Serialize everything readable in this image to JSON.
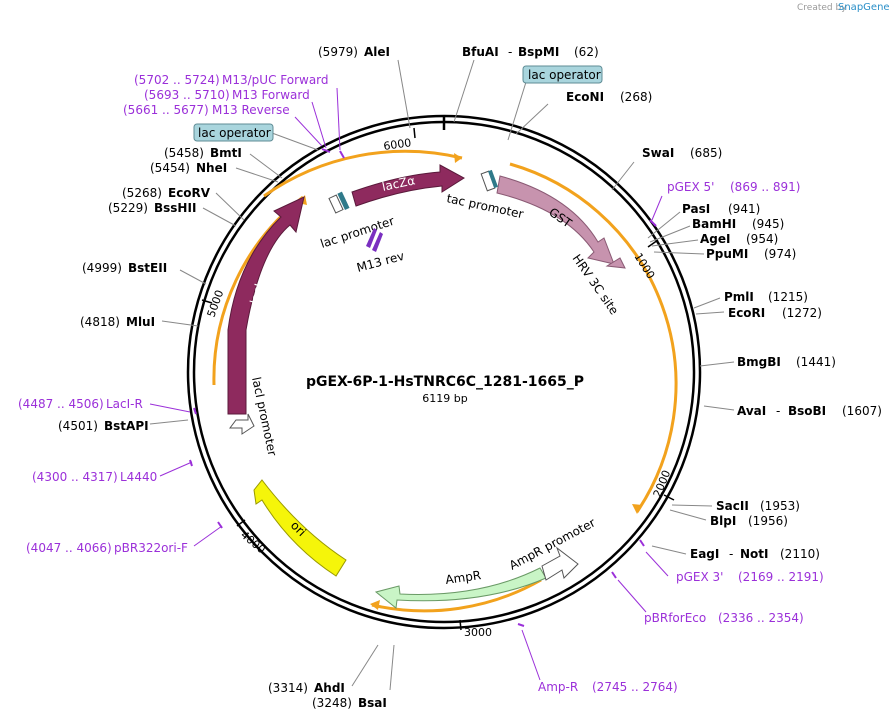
{
  "app": {
    "credit": "Created by",
    "brand": "SnapGene"
  },
  "plasmid": {
    "name": "pGEX-6P-1-HsTNRC6C_1281-1665_P",
    "length_label": "6119 bp"
  },
  "ticks": [
    "1000",
    "2000",
    "3000",
    "4000",
    "5000",
    "6000"
  ],
  "features": {
    "lacZa": "lacZα",
    "lacI": "lacI",
    "GST": "GST",
    "ori": "ori",
    "AmpR": "AmpR",
    "hrv": "HRV 3C site",
    "tac_promoter": "tac promoter",
    "lac_promoter": "lac promoter",
    "lacI_promoter": "lacI promoter",
    "ampr_promoter": "AmpR promoter",
    "m13rev": "M13 rev",
    "lac_operator_1": "lac operator",
    "lac_operator_2": "lac operator"
  },
  "enzymes": {
    "alei": {
      "name": "AleI",
      "pos": "(5979)"
    },
    "bfuai": {
      "name": "BfuAI",
      "sep": "-",
      "name2": "BspMI",
      "pos": "(62)"
    },
    "econi": {
      "name": "EcoNI",
      "pos": "(268)"
    },
    "swai": {
      "name": "SwaI",
      "pos": "(685)"
    },
    "pasi": {
      "name": "PasI",
      "pos": "(941)"
    },
    "bamhi": {
      "name": "BamHI",
      "pos": "(945)"
    },
    "agei": {
      "name": "AgeI",
      "pos": "(954)"
    },
    "ppumi": {
      "name": "PpuMI",
      "pos": "(974)"
    },
    "pmli": {
      "name": "PmlI",
      "pos": "(1215)"
    },
    "ecori": {
      "name": "EcoRI",
      "pos": "(1272)"
    },
    "bmgbi": {
      "name": "BmgBI",
      "pos": "(1441)"
    },
    "avai": {
      "name": "AvaI",
      "sep": "-",
      "name2": "BsoBI",
      "pos": "(1607)"
    },
    "sacii": {
      "name": "SacII",
      "pos": "(1953)"
    },
    "blpi": {
      "name": "BlpI",
      "pos": "(1956)"
    },
    "eagi": {
      "name": "EagI",
      "sep": "-",
      "name2": "NotI",
      "pos": "(2110)"
    },
    "bsai": {
      "name": "BsaI",
      "pos": "(3248)"
    },
    "ahdi": {
      "name": "AhdI",
      "pos": "(3314)"
    },
    "bstapi": {
      "name": "BstAPI",
      "pos": "(4501)"
    },
    "mlui": {
      "name": "MluI",
      "pos": "(4818)"
    },
    "bsteii": {
      "name": "BstEII",
      "pos": "(4999)"
    },
    "bsshii": {
      "name": "BssHII",
      "pos": "(5229)"
    },
    "ecorv": {
      "name": "EcoRV",
      "pos": "(5268)"
    },
    "nhei": {
      "name": "NheI",
      "pos": "(5454)"
    },
    "bmti": {
      "name": "BmtI",
      "pos": "(5458)"
    }
  },
  "primers": {
    "m13puc": {
      "range": "(5702 .. 5724)",
      "name": "M13/pUC Forward"
    },
    "m13fwd": {
      "range": "(5693 .. 5710)",
      "name": "M13 Forward"
    },
    "m13rev": {
      "range": "(5661 .. 5677)",
      "name": "M13 Reverse"
    },
    "pgex5": {
      "name": "pGEX 5'",
      "range": "(869 .. 891)"
    },
    "pgex3": {
      "name": "pGEX 3'",
      "range": "(2169 .. 2191)"
    },
    "pbrforeco": {
      "name": "pBRforEco",
      "range": "(2336 .. 2354)"
    },
    "ampr": {
      "name": "Amp-R",
      "range": "(2745 .. 2764)"
    },
    "laciR": {
      "range": "(4487 .. 4506)",
      "name": "LacI-R"
    },
    "l4440": {
      "range": "(4300 .. 4317)",
      "name": "L4440"
    },
    "pbr322": {
      "range": "(4047 .. 4066)",
      "name": "pBR322ori-F"
    }
  },
  "colors": {
    "lacI": "#8e2a5e",
    "lacZa": "#8e2a5e",
    "GST": "#c793ae",
    "ori": "#f5f50a",
    "AmpR": "#c9f5c6",
    "orf": "#f2a21d",
    "primer": "#9b30d9",
    "operator": "#a9d5dd"
  }
}
